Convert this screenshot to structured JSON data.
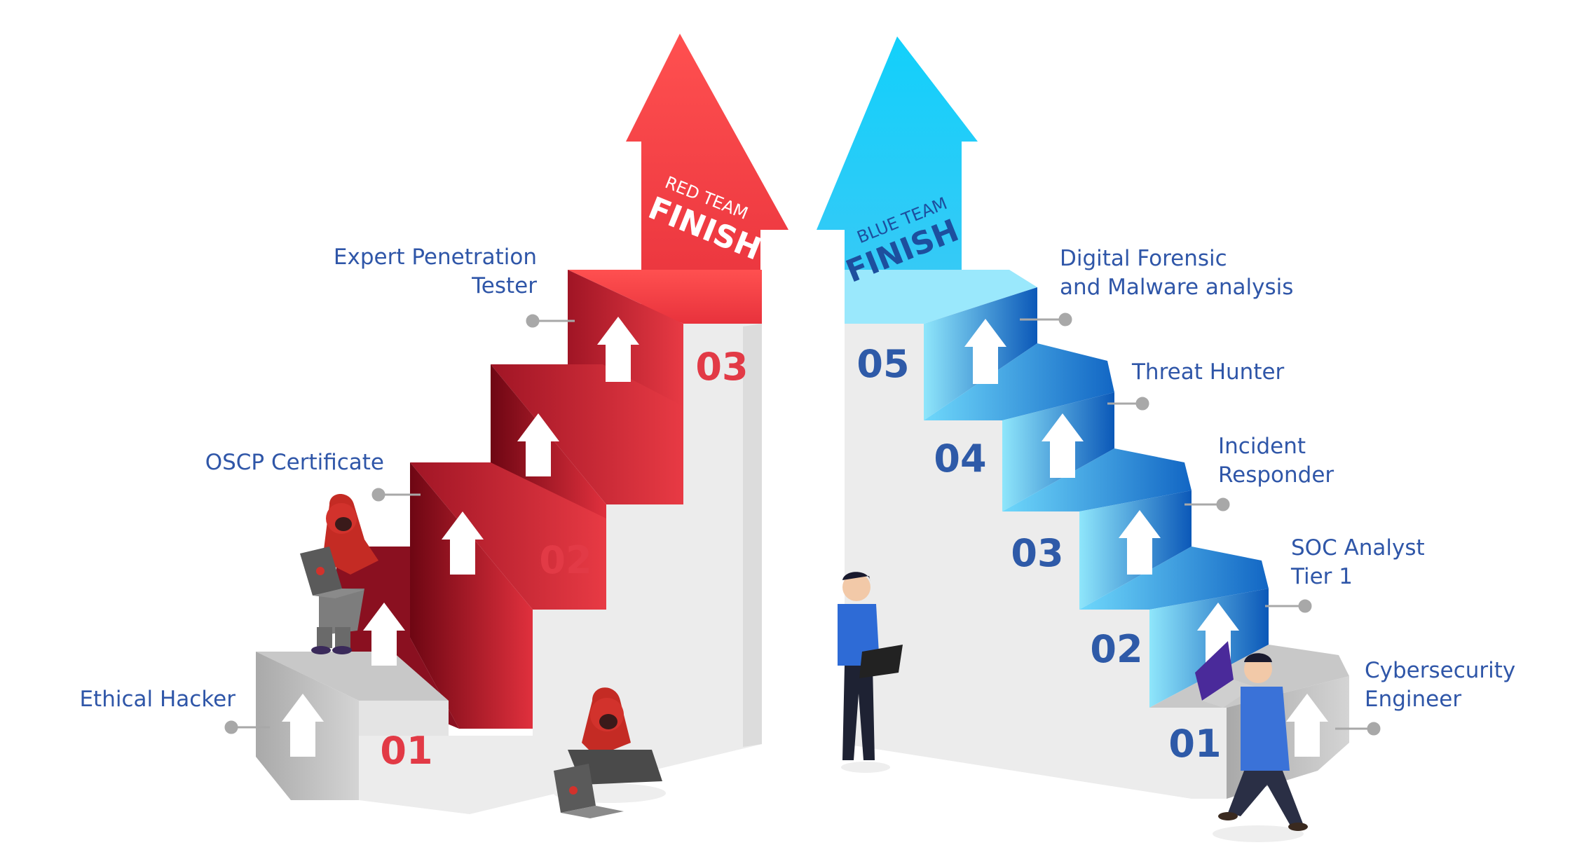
{
  "red_team": {
    "finish_top": "RED TEAM",
    "finish_bottom": "FINISH",
    "steps": [
      {
        "number": "01",
        "label_lines": [
          "Ethical Hacker"
        ]
      },
      {
        "number": "02",
        "label_lines": [
          "OSCP Certificate"
        ]
      },
      {
        "number": "03",
        "label_lines": [
          "Expert Penetration",
          "Tester"
        ]
      }
    ]
  },
  "blue_team": {
    "finish_top": "BLUE TEAM",
    "finish_bottom": "FINISH",
    "steps": [
      {
        "number": "01",
        "label_lines": [
          "Cybersecurity",
          "Engineer"
        ]
      },
      {
        "number": "02",
        "label_lines": [
          "SOC Analyst",
          "Tier 1"
        ]
      },
      {
        "number": "03",
        "label_lines": [
          "Incident",
          "Responder"
        ]
      },
      {
        "number": "04",
        "label_lines": [
          "Threat Hunter"
        ]
      },
      {
        "number": "05",
        "label_lines": [
          "Digital Forensic",
          "and Malware analysis"
        ]
      }
    ]
  },
  "colors": {
    "red_light": "#ff4a4a",
    "red_dark": "#b3101e",
    "blue_light": "#16d2fb",
    "blue_dark": "#1058b8",
    "wall": "#ececec",
    "grey_step": "#b9b9b9",
    "label_text": "#2f56a8",
    "connector": "#a8a8a8"
  }
}
